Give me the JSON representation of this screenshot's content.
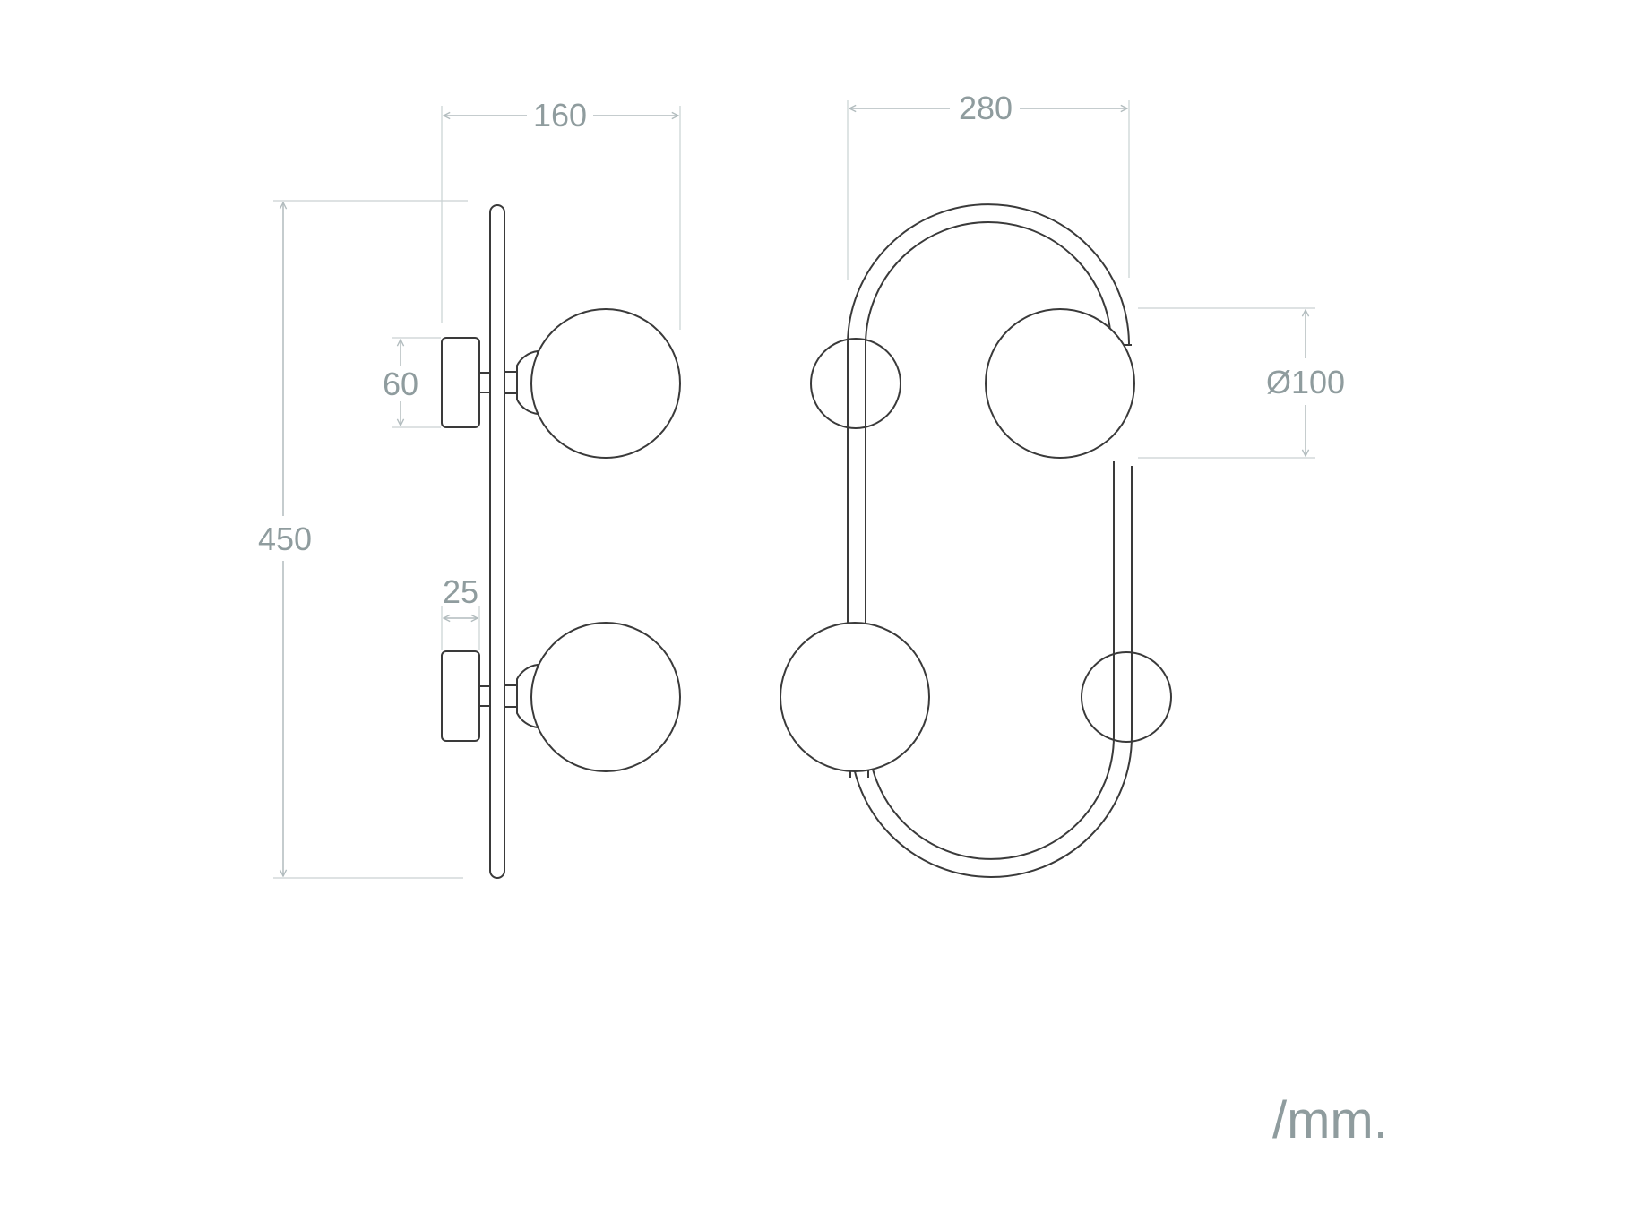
{
  "dimensions": {
    "side_depth": "160",
    "front_width": "280",
    "total_height": "450",
    "canopy_height": "60",
    "canopy_depth": "25",
    "globe_diameter": "Ø100"
  },
  "unit_label": "/mm.",
  "colors": {
    "line": "#3a3a3a",
    "dimension": "#8f9c9e"
  }
}
